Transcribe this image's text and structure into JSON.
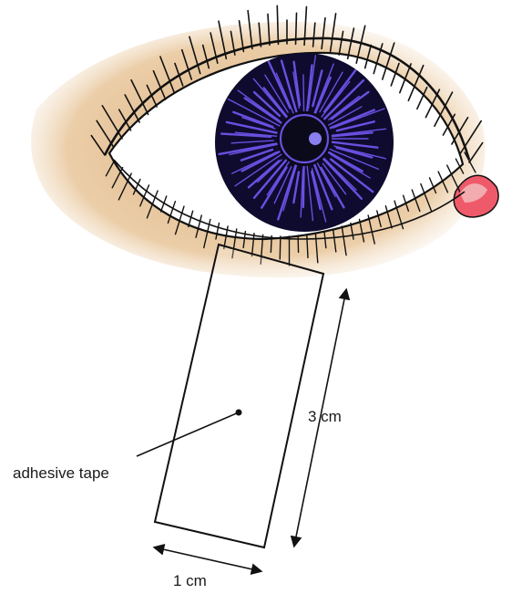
{
  "diagram": {
    "labels": {
      "tape": "adhesive tape",
      "length": "3 cm",
      "width": "1 cm"
    },
    "colors": {
      "skin": "#e6c79c",
      "iris": "#6a4fe0",
      "iris_dark": "#0e0b2e",
      "pupil": "#0b0a1a",
      "caruncle": "#ef5a6a",
      "line": "#111111"
    }
  }
}
